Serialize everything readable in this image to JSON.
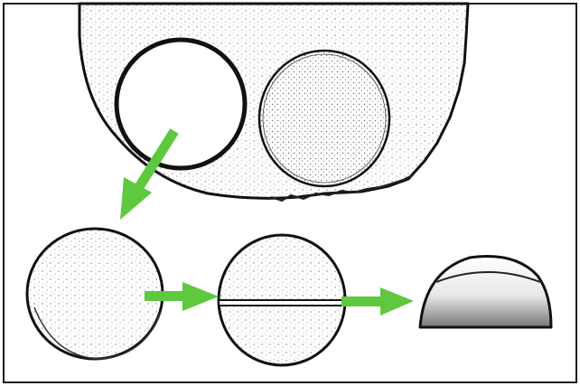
{
  "diagram": {
    "frame_color": "#1a1a1a",
    "ink_color": "#111111",
    "stipple_color": "#8a8a8a",
    "arrow_color": "#5ec83f",
    "paper_color": "#ffffff",
    "steps": [
      {
        "id": "sheet-with-holes",
        "description_visible": false
      },
      {
        "id": "cut-disc",
        "description_visible": false
      },
      {
        "id": "disc-with-cut-line",
        "description_visible": false
      },
      {
        "id": "half-disc",
        "description_visible": false
      }
    ]
  }
}
